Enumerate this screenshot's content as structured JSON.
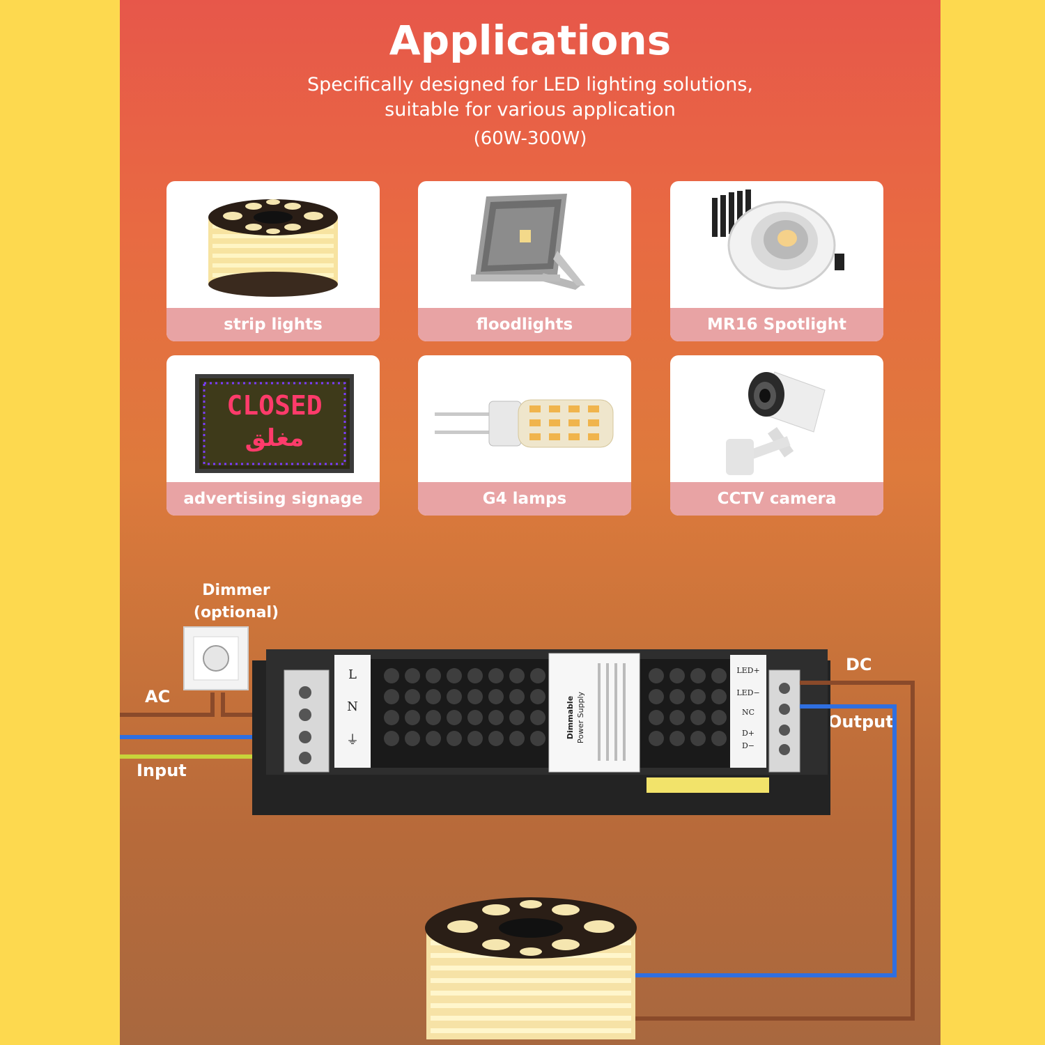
{
  "header": {
    "title": "Applications",
    "subtitle_line1": "Specifically designed for LED lighting solutions,",
    "subtitle_line2": "suitable for various application",
    "range": "(60W-300W)"
  },
  "applications": [
    {
      "label": "strip lights",
      "icon": "led-strip-reel-icon"
    },
    {
      "label": "floodlights",
      "icon": "floodlight-icon"
    },
    {
      "label": "MR16 Spotlight",
      "icon": "spotlight-icon"
    },
    {
      "label": "advertising signage",
      "icon": "closed-sign-icon"
    },
    {
      "label": "G4 lamps",
      "icon": "g4-lamp-icon"
    },
    {
      "label": "CCTV camera",
      "icon": "cctv-camera-icon"
    }
  ],
  "sign": {
    "text": "CLOSED",
    "arabic": "مغلق"
  },
  "wiring": {
    "dimmer_line1": "Dimmer",
    "dimmer_line2": "(optional)",
    "ac": "AC",
    "input": "Input",
    "dc": "DC",
    "output": "Output",
    "input_terminals": [
      "L",
      "N",
      "⏚"
    ],
    "output_terminals": [
      "LED+",
      "LED−",
      "NC",
      "D+",
      "D−"
    ],
    "label_line1": "Dimmable",
    "label_line2": "Power Supply"
  },
  "colors": {
    "brown_wire": "#8a4a2a",
    "blue_wire": "#2f6fe0",
    "earth_wire": "#c8d43a",
    "caption_bg": "#e8a3a4"
  }
}
